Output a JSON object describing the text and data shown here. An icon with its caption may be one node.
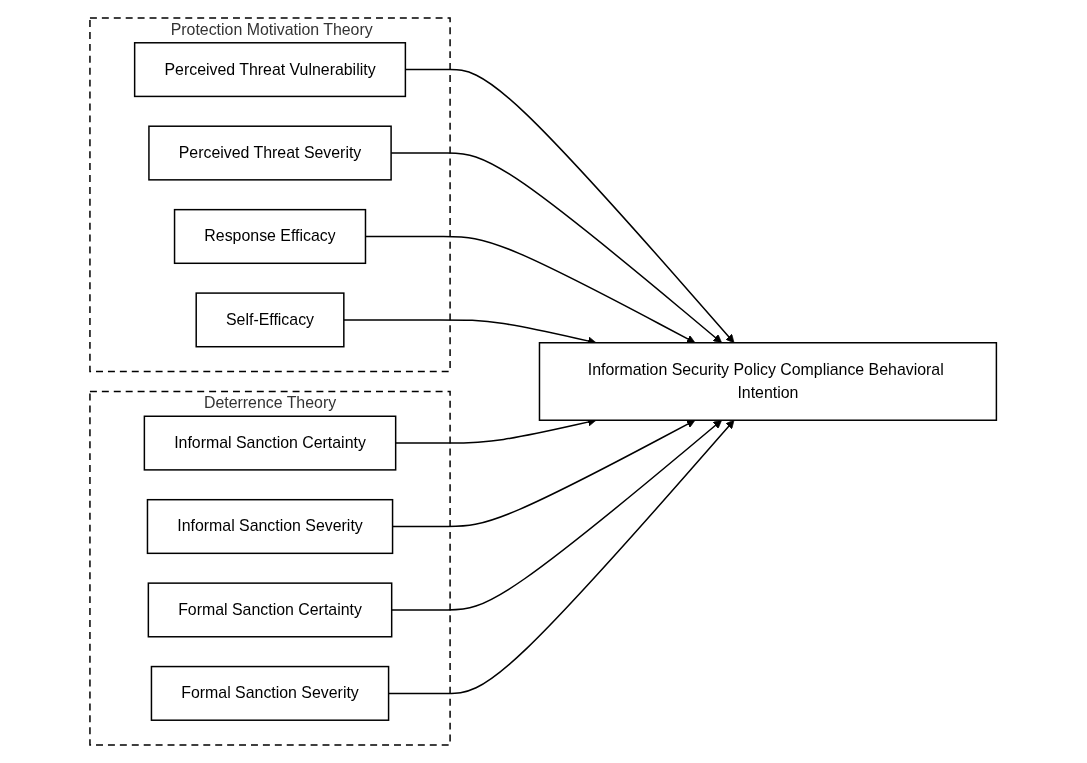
{
  "diagram": {
    "nodes": [
      {
        "text": [
          "Protection Motivation Theory"
        ]
      },
      {
        "text": [
          "Perceived Threat Vulnerability"
        ],
        "in": 0
      },
      {
        "text": [
          "Perceived Threat Severity"
        ],
        "in": 0
      },
      {
        "text": [
          "Response Efficacy"
        ],
        "in": 0
      },
      {
        "text": [
          "Self-Efficacy"
        ],
        "in": 0
      },
      {
        "text": [
          "Information Security Policy Compliance Behavioral Intention"
        ]
      },
      {
        "text": [
          "Deterrence Theory"
        ]
      },
      {
        "text": [
          "Informal Sanction Certainty"
        ],
        "in": 6
      },
      {
        "text": [
          "Informal Sanction Severity"
        ],
        "in": 6
      },
      {
        "text": [
          "Formal Sanction Certainty"
        ],
        "in": 6
      },
      {
        "text": [
          "Formal Sanction Severity"
        ],
        "in": 6
      }
    ],
    "edges": [
      {
        "from": 1,
        "to": 5,
        "arrow": "to"
      },
      {
        "from": 2,
        "to": 5,
        "arrow": "to"
      },
      {
        "from": 3,
        "to": 5,
        "arrow": "to"
      },
      {
        "from": 4,
        "to": 5,
        "arrow": "to"
      },
      {
        "from": 7,
        "to": 5,
        "arrow": "to"
      },
      {
        "from": 8,
        "to": 5,
        "arrow": "to"
      },
      {
        "from": 9,
        "to": 5,
        "arrow": "to"
      },
      {
        "from": 10,
        "to": 5,
        "arrow": "to"
      }
    ]
  }
}
